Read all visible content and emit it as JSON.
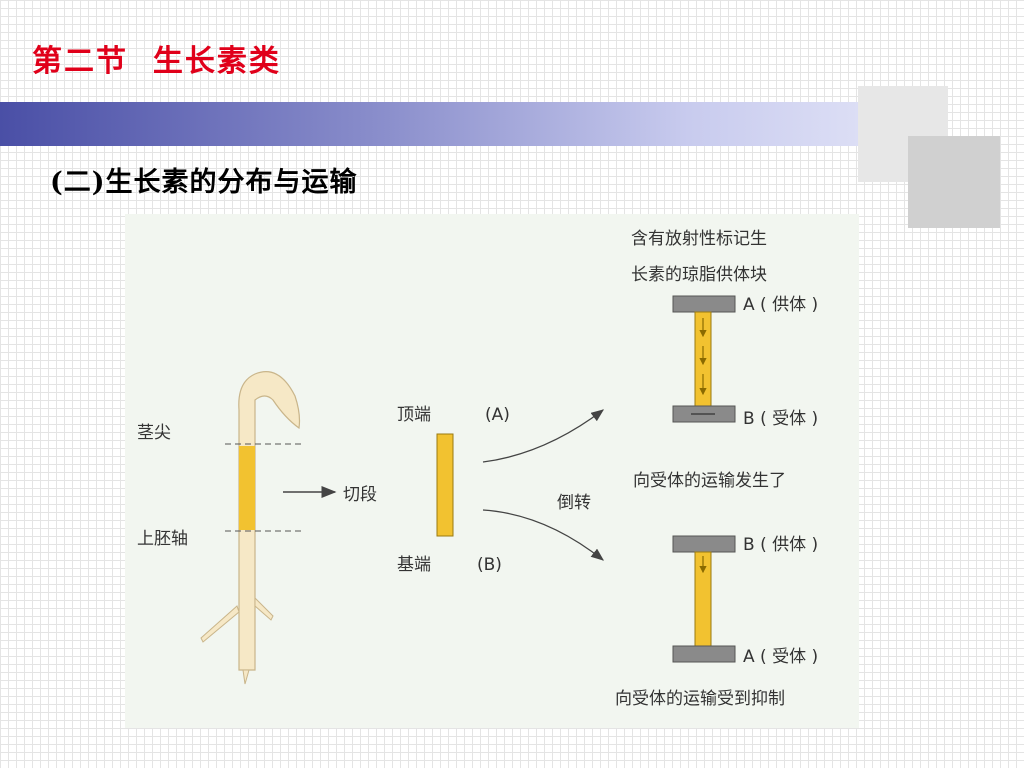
{
  "slide": {
    "title": "第二节  生长素类",
    "subtitle": "(二)生长素的分布与运输"
  },
  "figure": {
    "labels": {
      "stem_tip": "茎尖",
      "epicotyl": "上胚轴",
      "cut_segment": "切段",
      "apical_end": "顶端",
      "apical_end_tag": "(A)",
      "basal_end": "基端",
      "basal_end_tag": "(B)",
      "inverted": "倒转",
      "donor_note_line1": "含有放射性标记生",
      "donor_note_line2": "长素的琼脂供体块",
      "top_upper_block": "A ( 供体 )",
      "top_lower_block": "B (  受体  )",
      "top_result": "向受体的运输发生了",
      "bottom_upper_block": "B ( 供体 )",
      "bottom_lower_block": "A (  受体   )",
      "bottom_result": "向受体的运输受到抑制"
    },
    "colors": {
      "segment_yellow": "#f2c230",
      "agar_block_gray": "#8a8a8a",
      "figure_background": "#f2f6f0"
    }
  }
}
